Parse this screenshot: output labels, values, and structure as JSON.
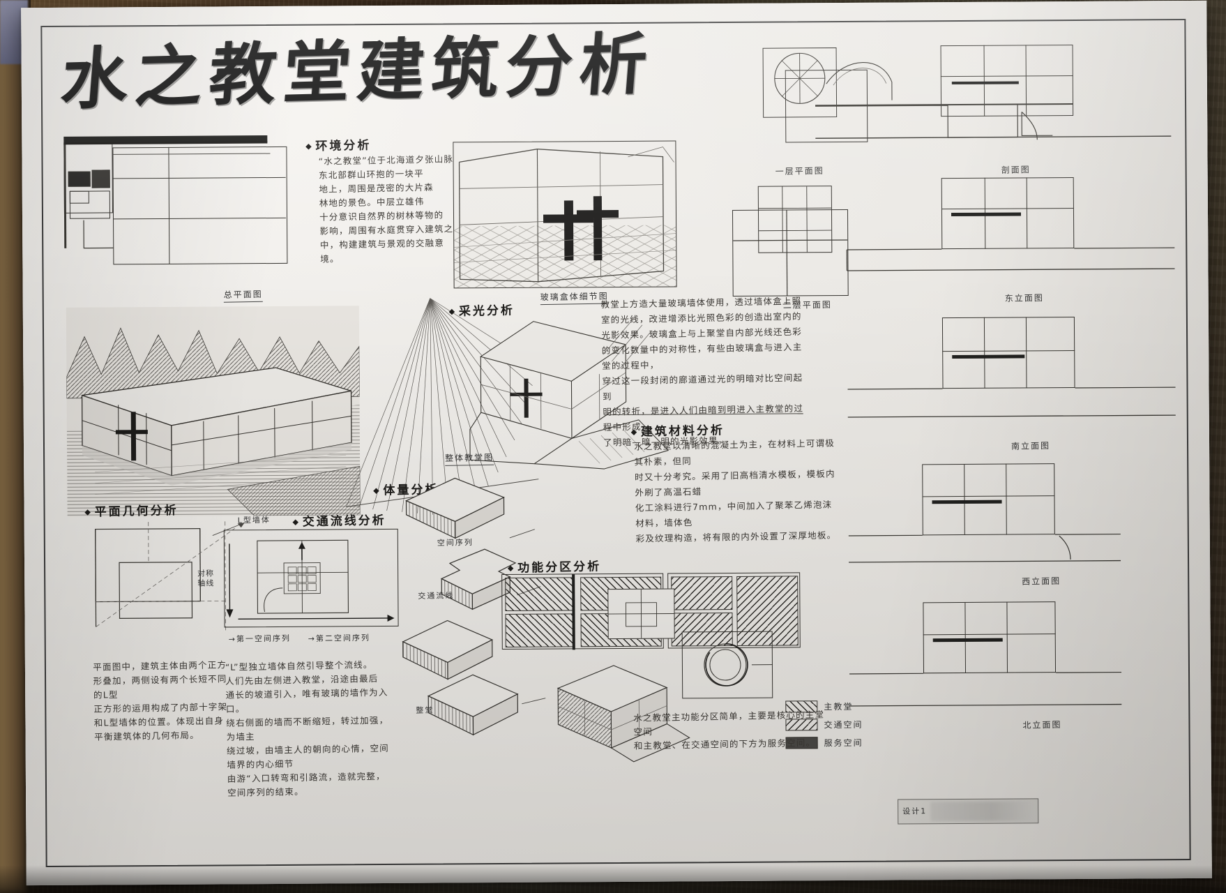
{
  "poster": {
    "title": "水之教堂建筑分析",
    "subject": "水之教堂",
    "sheet_label": "设计1"
  },
  "sections": [
    {
      "id": "environment",
      "heading": "环境分析",
      "body": "“水之教堂”位于北海道夕张山脉\n东北部群山环抱的一块平\n地上，周围是茂密的大片森\n林地的景色。中层立雄伟\n十分意识自然界的树林等物的\n影响，周围有水庭贯穿入建筑之\n中，构建建筑与景观的交融意境。"
    },
    {
      "id": "daylight",
      "heading": "采光分析",
      "body": "教堂上方造大量玻璃墙体使用，透过墙体盒上照\n室的光线，改进增添比光照色彩的创造出室内的\n光影效果。玻璃盒上与上聚堂自内部光线还色彩\n的变化数量中的对称性，有些由玻璃盒与进入主堂的过程中，\n穿过这一段封闭的廊道通过光的明暗对比空间起到\n明的转折，是进入人们由暗到明进入主教堂的过程中形成\n了明暗—暗—明的光影效果。"
    },
    {
      "id": "materials",
      "heading": "建筑材料分析",
      "body": "水之教堂以清晰的混凝土为主，在材料上可谓极其朴素，但同\n时又十分考究。采用了旧高档清水模板，模板内外刷了高温石蜡\n化工涂料进行7mm，中间加入了聚苯乙烯泡沫材料，墙体色\n彩及纹理构造，将有限的内外设置了深厚地板。"
    },
    {
      "id": "plan_geometry",
      "heading": "平面几何分析",
      "body": "平面图中，建筑主体由两个正方\n形叠加，两侧设有两个长短不同的L型\n正方形的运用构成了内部十字架\n和L型墙体的位置。体现出自身\n平衡建筑体的几何布局。"
    },
    {
      "id": "circulation",
      "heading": "交通流线分析",
      "body": "“L”型独立墙体自然引导整个流线。\n人们先由左侧进入教堂，沿途由最后\n通长的坡道引入，唯有玻璃的墙作为入口。\n绕右侧面的墙而不断缩短，转过加强，为墙主\n绕过坡，由墙主人的朝向的心情，空间墙界的内心细节\n由游“入口转弯和引路流，造就完整，空间序列的结束。"
    },
    {
      "id": "volume",
      "heading": "体量分析",
      "body": ""
    },
    {
      "id": "zoning",
      "heading": "功能分区分析",
      "body": "水之教堂主功能分区简单，主要是核心的主堂空间\n和主教堂、在交通空间的下方为服务空间。"
    }
  ],
  "annotations": {
    "site_plan": "总平面图",
    "glass_box_detail": "玻璃盒体细节图",
    "wall_chapel": "整体教堂图",
    "floor_plan_1": "一层平面图",
    "floor_plan_2": "二层平面图",
    "section_drawing": "剖面图",
    "elev_east": "东立面图",
    "elev_south": "南立面图",
    "elev_west": "西立面图",
    "elev_north": "北立面图",
    "l_wall": "L型墙体",
    "open_space": "空间序列",
    "circulation_path": "交通流线",
    "first_seq": "→第一空间序列",
    "second_seq": "→第二空间序列",
    "sym_axis": "对称轴线",
    "entry": "整堂"
  },
  "legend": {
    "title": "",
    "items": [
      {
        "label": "主教堂",
        "pattern": "hatch-a"
      },
      {
        "label": "交通空间",
        "pattern": "hatch-b"
      },
      {
        "label": "服务空间",
        "pattern": "solid"
      }
    ]
  },
  "colors": {
    "ink": "#2b2a28",
    "paper": "#efecea",
    "desk": "#5a4430",
    "frame": "#3b3b3b"
  }
}
